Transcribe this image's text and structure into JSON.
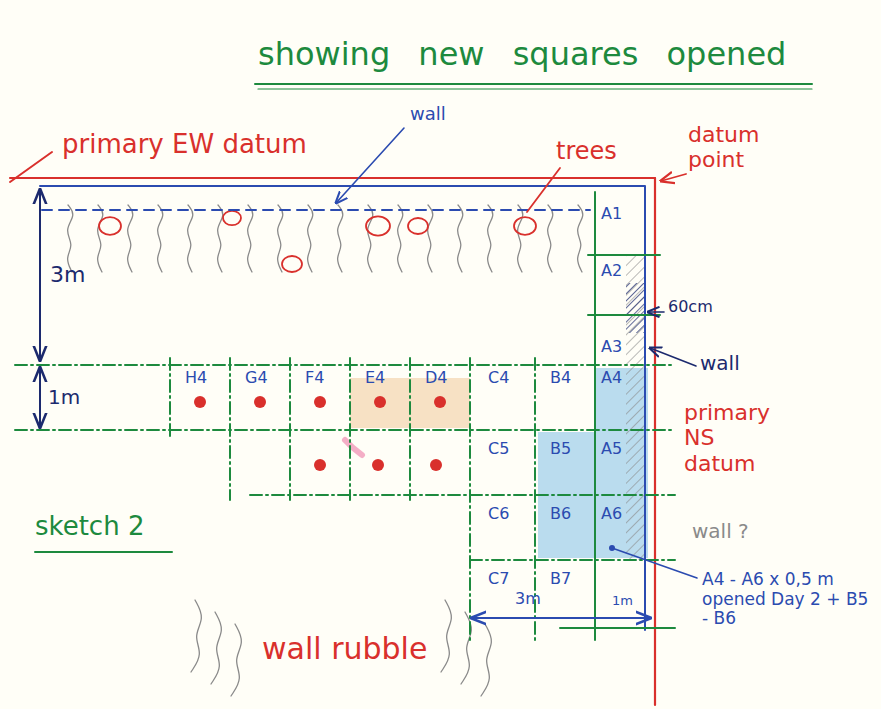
{
  "diagram": {
    "title": "showing new squares opened",
    "labels": [
      "primary EW datum",
      "wall",
      "trees",
      "datum point",
      "3m",
      "A1",
      "A2",
      "60cm",
      "A3",
      "wall",
      "1m",
      "H4",
      "G4",
      "F4",
      "E4",
      "D4",
      "C4",
      "B4",
      "A4",
      "primary NS datum",
      "C5",
      "B5",
      "A5",
      "sketch 2",
      "C6",
      "B6",
      "A6",
      "wall ?",
      "A4 - A6 x 0,5 m opened Day 2 + B5 - B6",
      "C7",
      "B7",
      "3m",
      "1m",
      "wall rubble"
    ]
  }
}
